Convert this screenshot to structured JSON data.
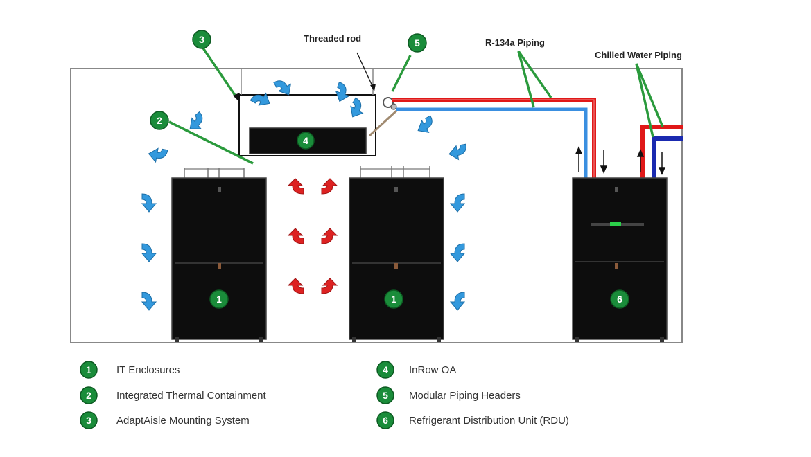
{
  "callouts": {
    "threaded_rod": "Threaded rod",
    "r134a_piping": "R-134a Piping",
    "chilled_water_piping": "Chilled Water Piping"
  },
  "markers": {
    "m1a": "1",
    "m1b": "1",
    "m2": "2",
    "m3": "3",
    "m4": "4",
    "m5": "5",
    "m6": "6"
  },
  "legend": [
    {
      "number": "1",
      "label": "IT Enclosures"
    },
    {
      "number": "2",
      "label": "Integrated Thermal Containment"
    },
    {
      "number": "3",
      "label": "AdaptAisle Mounting System"
    },
    {
      "number": "4",
      "label": "InRow OA"
    },
    {
      "number": "5",
      "label": "Modular Piping Headers"
    },
    {
      "number": "6",
      "label": "Refrigerant Distribution Unit (RDU)"
    }
  ],
  "colors": {
    "marker_green": "#1a8c3a",
    "leader_green": "#2a9a3c",
    "cool_air_blue": "#3399dd",
    "hot_air_red": "#dd2222",
    "pipe_red": "#e01818",
    "pipe_blue": "#3a8fe0",
    "pipe_navy": "#1a2ab0",
    "enclosure_black": "#0d0d0d"
  }
}
